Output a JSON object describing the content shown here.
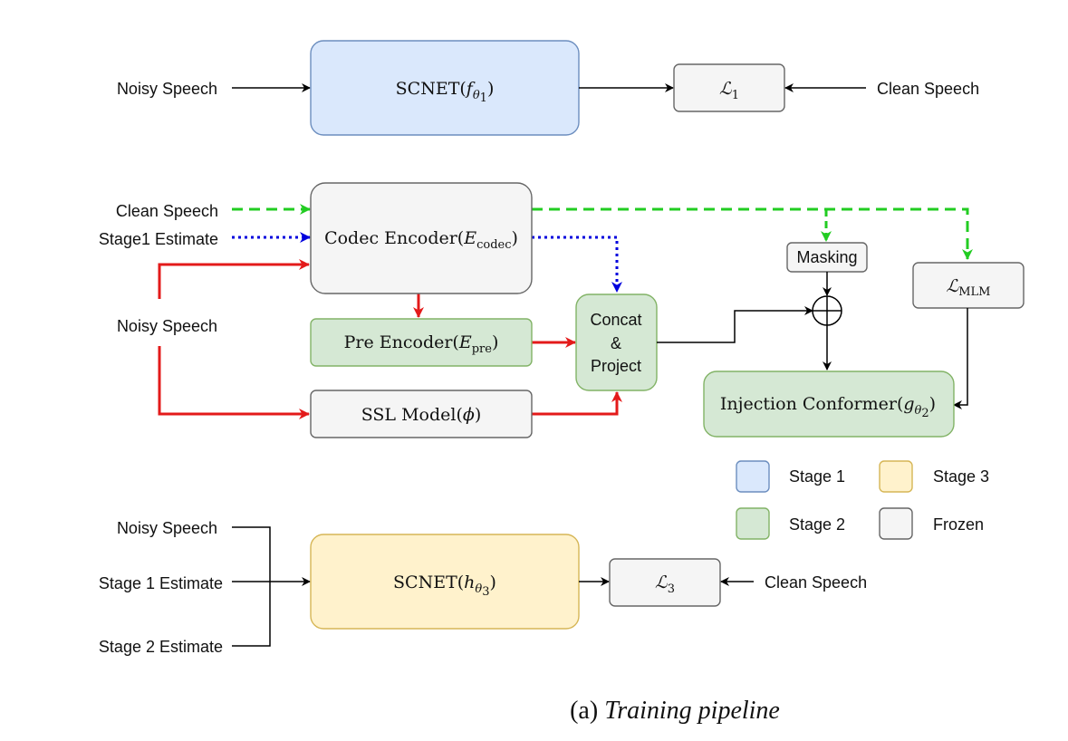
{
  "stage1": {
    "input_label": "Noisy Speech",
    "model_label": "SCNET(",
    "model_var": "f",
    "model_sub": "θ",
    "model_sub2": "1",
    "loss_label": "ℒ",
    "loss_sub": "1",
    "target_label": "Clean Speech"
  },
  "stage2": {
    "clean_label": "Clean Speech",
    "estimate_label": "Stage1 Estimate",
    "noisy_label": "Noisy Speech",
    "codec_label": "Codec Encoder(",
    "codec_var": "E",
    "codec_sub": "codec",
    "pre_label": "Pre Encoder(",
    "pre_var": "E",
    "pre_sub": "pre",
    "ssl_label": "SSL Model(",
    "ssl_var": "ϕ",
    "concat_line1": "Concat",
    "concat_line2": "&",
    "concat_line3": "Project",
    "masking_label": "Masking",
    "mlm_label": "ℒ",
    "mlm_sub": "MLM",
    "conformer_label": "Injection Conformer(",
    "conformer_var": "g",
    "conformer_sub": "θ",
    "conformer_sub2": "2"
  },
  "legend": {
    "stage1": "Stage 1",
    "stage2": "Stage 2",
    "stage3": "Stage 3",
    "frozen": "Frozen",
    "colors": {
      "stage1": "#dae8fc",
      "stage2": "#d5e8d4",
      "stage3": "#fff2cc",
      "frozen": "#f5f5f5"
    }
  },
  "stage3": {
    "noisy_label": "Noisy Speech",
    "est1_label": "Stage 1 Estimate",
    "est2_label": "Stage 2 Estimate",
    "model_label": "SCNET(",
    "model_var": "h",
    "model_sub": "θ",
    "model_sub2": "3",
    "loss_label": "ℒ",
    "loss_sub": "3",
    "target_label": "Clean Speech"
  },
  "caption": {
    "prefix": "(a) ",
    "text": "Training pipeline"
  },
  "arrow_colors": {
    "default": "#000000",
    "clean": "#22cc22",
    "estimate": "#0000dd",
    "noisy": "#e31a1a"
  }
}
